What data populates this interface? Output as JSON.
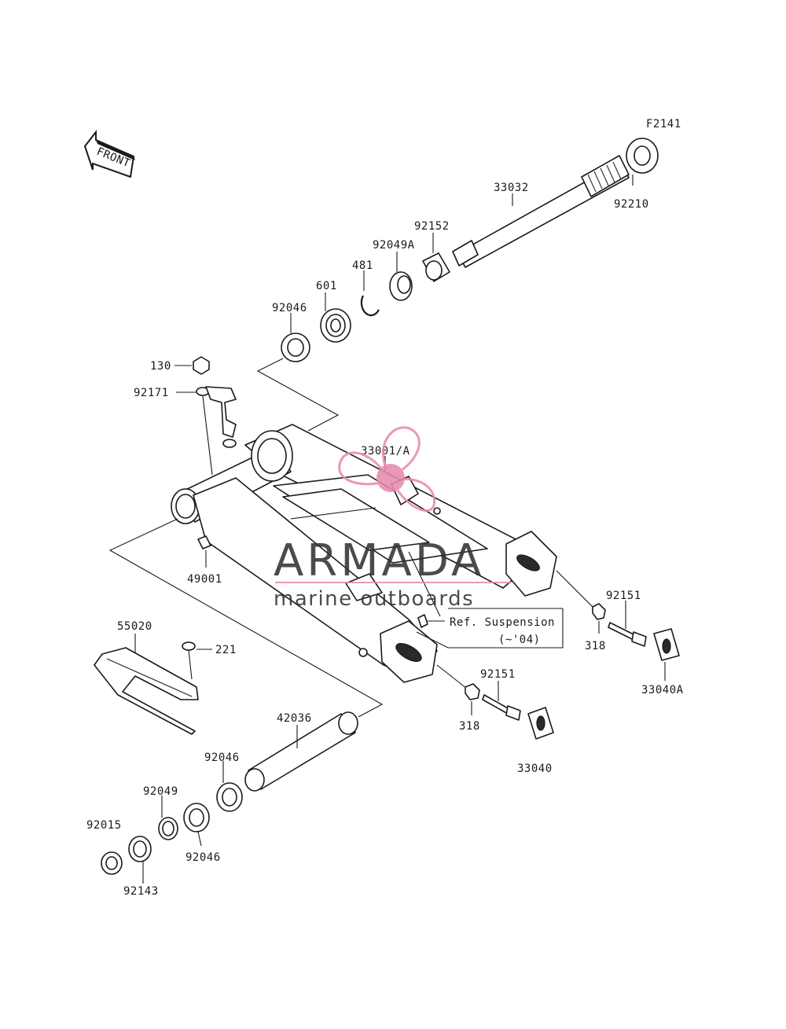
{
  "diagram": {
    "code": "F2141",
    "front_marker": "FRONT",
    "ref_note_line1": "Ref. Suspension",
    "ref_note_line2": "(~'04)",
    "parts": [
      {
        "id": "p33032",
        "label": "33032"
      },
      {
        "id": "p92210",
        "label": "92210"
      },
      {
        "id": "p92152",
        "label": "92152"
      },
      {
        "id": "p92049A",
        "label": "92049A"
      },
      {
        "id": "p481",
        "label": "481"
      },
      {
        "id": "p601",
        "label": "601"
      },
      {
        "id": "p92046a",
        "label": "92046"
      },
      {
        "id": "p130",
        "label": "130"
      },
      {
        "id": "p92171",
        "label": "92171"
      },
      {
        "id": "p33001A",
        "label": "33001/A"
      },
      {
        "id": "p49001",
        "label": "49001"
      },
      {
        "id": "p92151a",
        "label": "92151"
      },
      {
        "id": "p318a",
        "label": "318"
      },
      {
        "id": "p33040A",
        "label": "33040A"
      },
      {
        "id": "p55020",
        "label": "55020"
      },
      {
        "id": "p221",
        "label": "221"
      },
      {
        "id": "p92151b",
        "label": "92151"
      },
      {
        "id": "p318b",
        "label": "318"
      },
      {
        "id": "p33040",
        "label": "33040"
      },
      {
        "id": "p42036",
        "label": "42036"
      },
      {
        "id": "p92046b",
        "label": "92046"
      },
      {
        "id": "p92049",
        "label": "92049"
      },
      {
        "id": "p92015",
        "label": "92015"
      },
      {
        "id": "p92046c",
        "label": "92046"
      },
      {
        "id": "p92143",
        "label": "92143"
      }
    ]
  },
  "watermark": {
    "brand": "ARMADA",
    "tagline": "marine outboards",
    "accent_color": "#e58bb0"
  }
}
